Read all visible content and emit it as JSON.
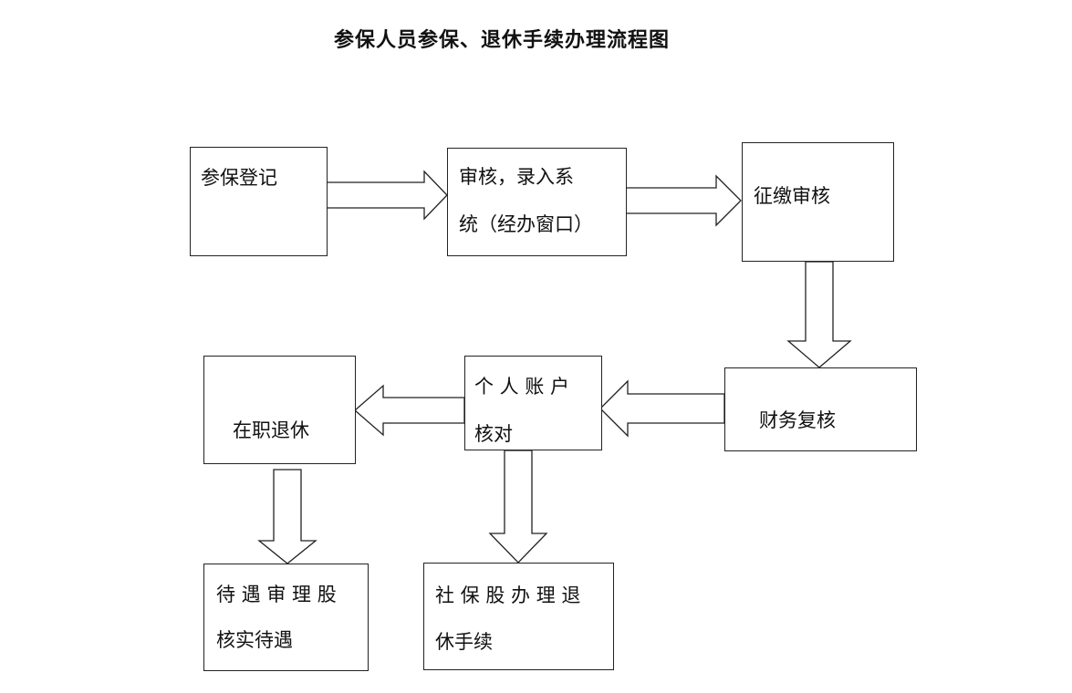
{
  "title": "参保人员参保、退休手续办理流程图",
  "nodes": {
    "register": {
      "lines": [
        "参保登记"
      ]
    },
    "review_entry": {
      "lines": [
        "审核，录入系",
        "统（经办窗口）"
      ]
    },
    "collection_review": {
      "lines": [
        "征缴审核"
      ]
    },
    "finance_review": {
      "lines": [
        "财务复核"
      ]
    },
    "account_check": {
      "lines": [
        "个 人 账 户",
        "核对"
      ]
    },
    "retirement": {
      "lines": [
        "在职退休"
      ]
    },
    "benefit_review": {
      "lines": [
        "待 遇 审 理 股",
        "核实待遇"
      ]
    },
    "social_insurance": {
      "lines": [
        "社 保 股 办 理 退",
        "休手续"
      ]
    }
  },
  "edges": [
    {
      "from": "register",
      "to": "review_entry"
    },
    {
      "from": "review_entry",
      "to": "collection_review"
    },
    {
      "from": "collection_review",
      "to": "finance_review"
    },
    {
      "from": "finance_review",
      "to": "account_check"
    },
    {
      "from": "account_check",
      "to": "retirement"
    },
    {
      "from": "account_check",
      "to": "social_insurance"
    },
    {
      "from": "retirement",
      "to": "benefit_review"
    }
  ]
}
